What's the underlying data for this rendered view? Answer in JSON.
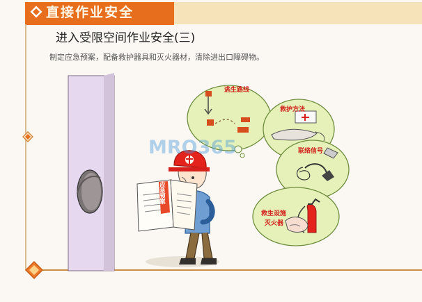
{
  "header": {
    "title": "直接作业安全"
  },
  "content": {
    "subtitle": "进入受限空间作业安全(三)",
    "description": "制定应急预案，配备救护器具和灭火器材，清除进出口障碍物。"
  },
  "bubbles": [
    {
      "label": "逃生路线"
    },
    {
      "label": "救护方法"
    },
    {
      "label": "联络信号"
    },
    {
      "label": "救生设施"
    },
    {
      "label": "灭火器"
    }
  ],
  "sign": {
    "text": "应急预案"
  },
  "watermark": "MRO365"
}
